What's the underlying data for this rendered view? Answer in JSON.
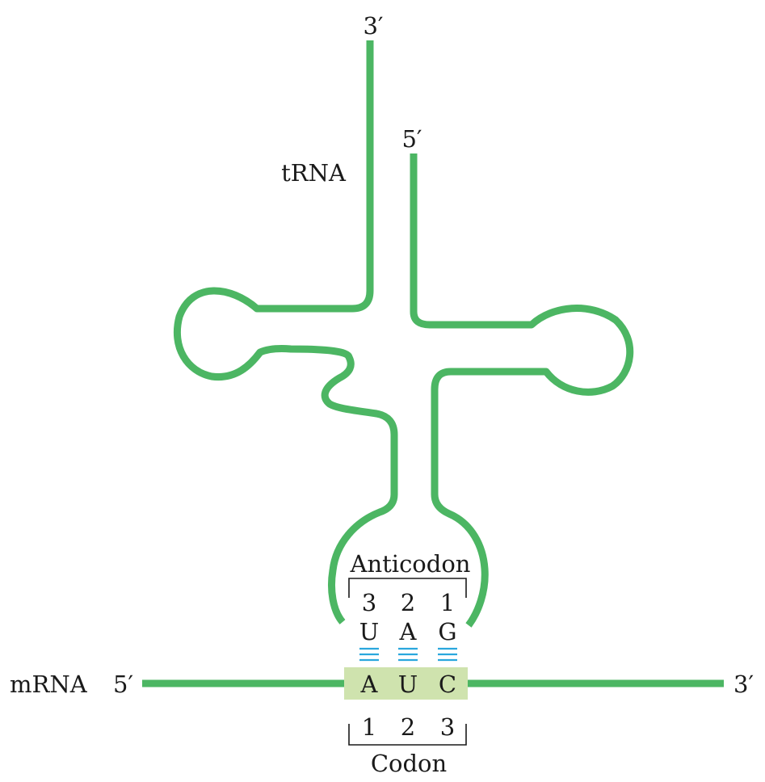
{
  "trna": {
    "label": "tRNA",
    "end_3prime": "3′",
    "end_5prime": "5′"
  },
  "mrna": {
    "label": "mRNA",
    "end_5prime": "5′",
    "end_3prime": "3′"
  },
  "anticodon": {
    "title": "Anticodon",
    "positions": [
      "3",
      "2",
      "1"
    ],
    "bases": [
      "U",
      "A",
      "G"
    ]
  },
  "codon": {
    "title": "Codon",
    "bases": [
      "A",
      "U",
      "C"
    ],
    "positions": [
      "1",
      "2",
      "3"
    ]
  },
  "colors": {
    "strand": "#4cb663",
    "codon_highlight": "#cfe3ae",
    "hydrogen_bond": "#2aa7dd",
    "text": "#1a1a1a"
  }
}
